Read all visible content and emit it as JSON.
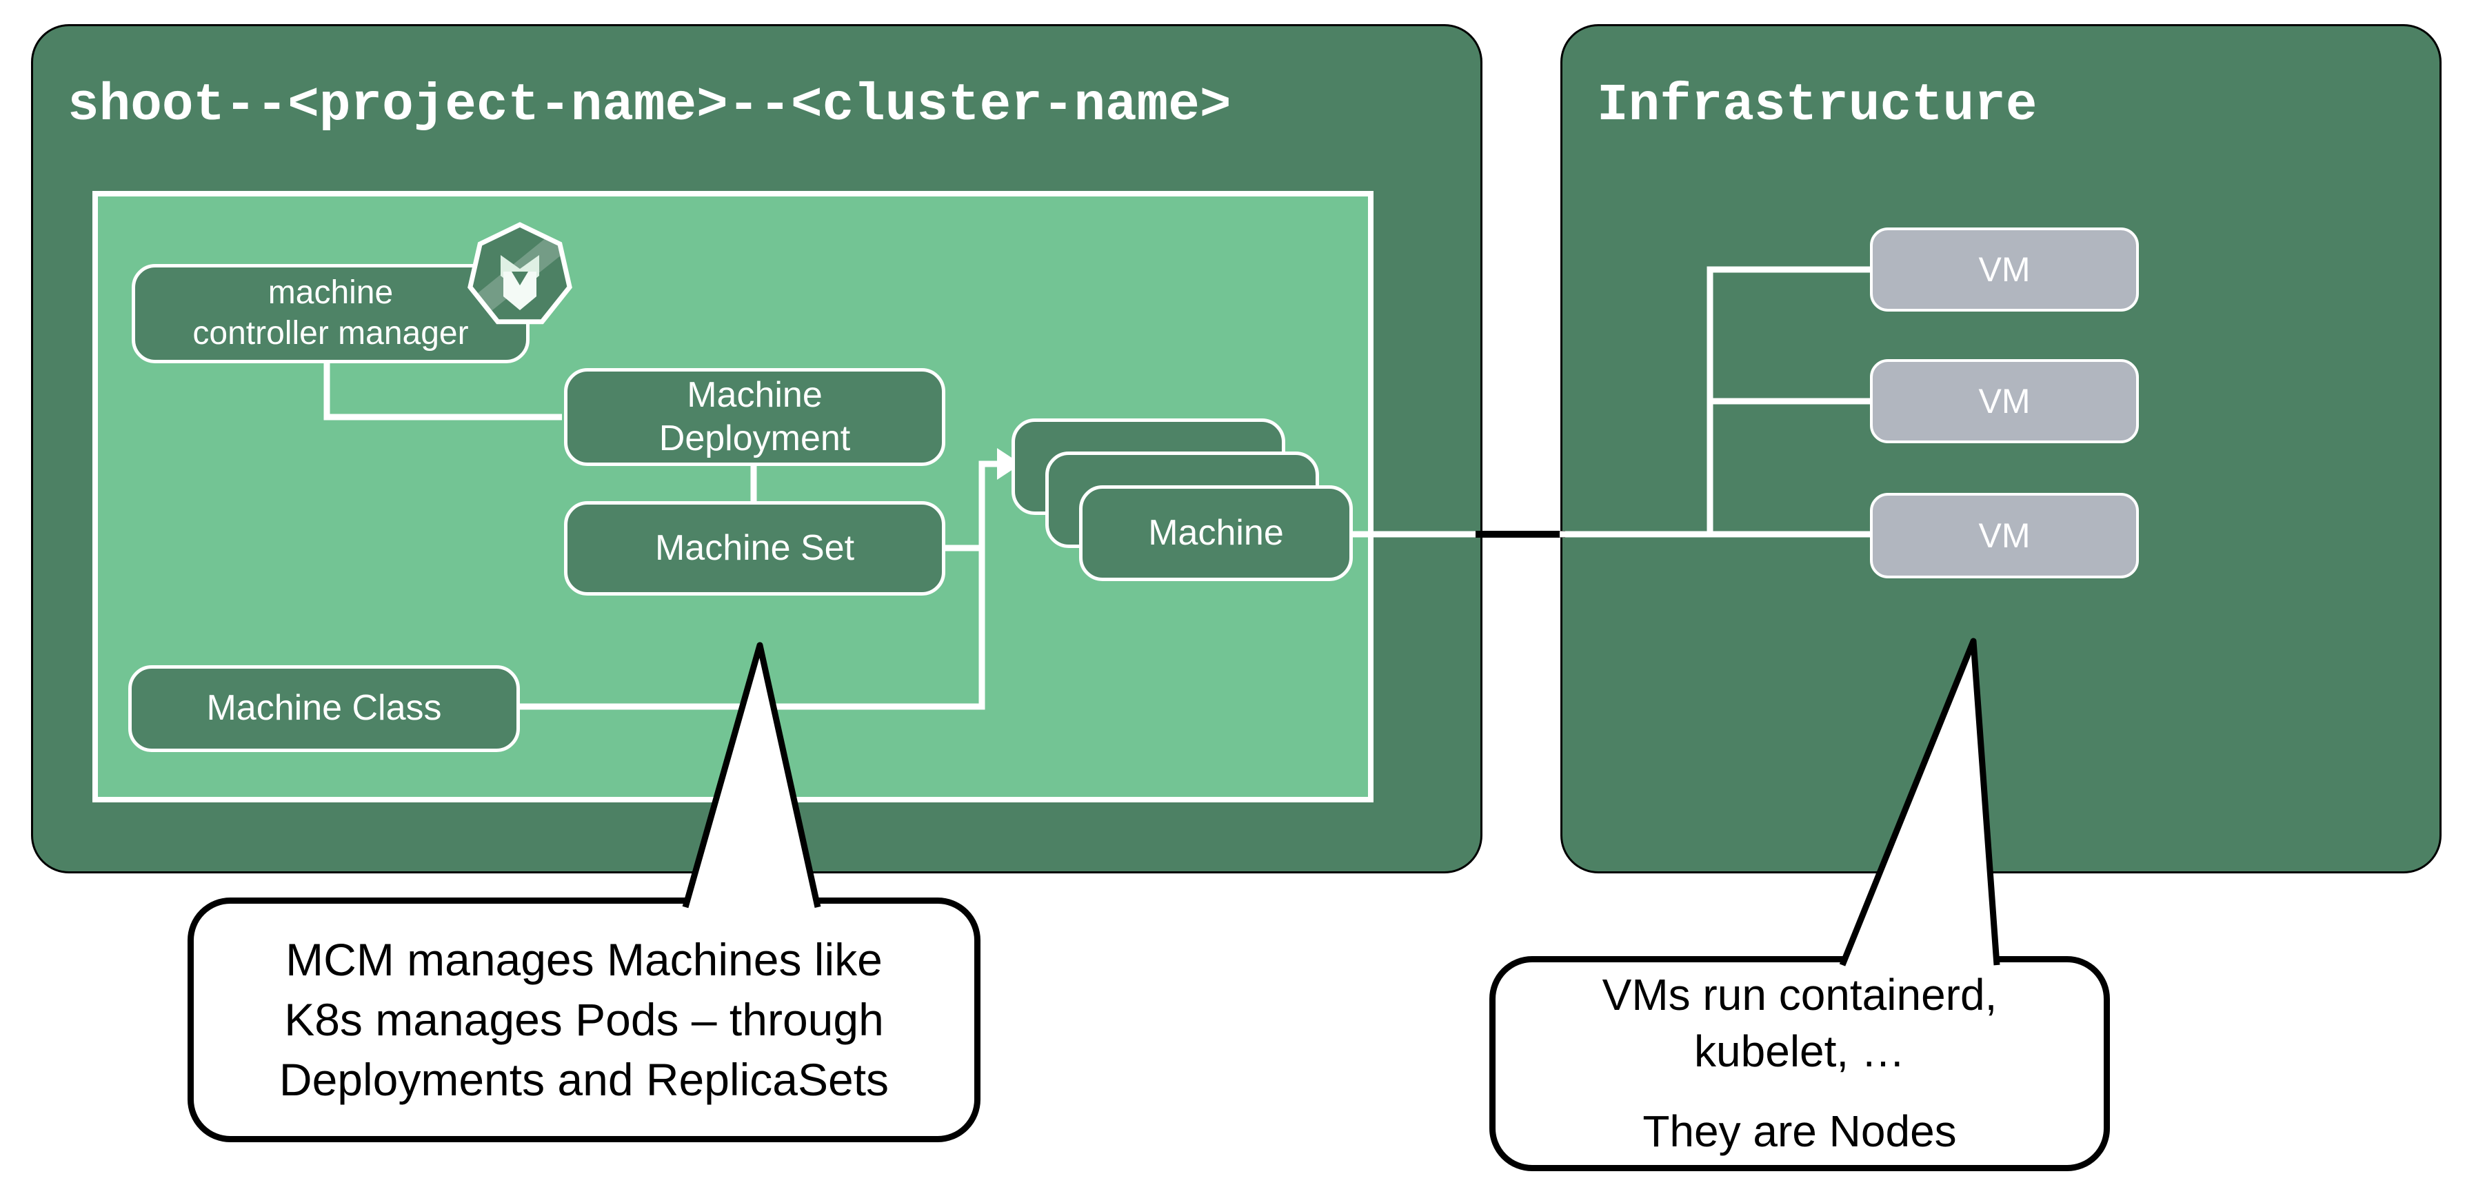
{
  "colors": {
    "panel_green": "#4d8164",
    "inner_green": "#73c494",
    "box_green": "#4e8366",
    "vm_gray": "#b1b6bf",
    "line_white": "#ffffff",
    "outline_black": "#000000",
    "callout_bg": "#ffffff",
    "text_white": "#ffffff",
    "text_black": "#000000"
  },
  "left_panel": {
    "title": "shoot--<project-name>--<cluster-name>",
    "boxes": {
      "machine_controller_manager": "machine\ncontroller manager",
      "machine_deployment": "Machine\nDeployment",
      "machine_set": "Machine Set",
      "machine": "Machine",
      "machine_class": "Machine Class"
    },
    "icon": "gardener-logo"
  },
  "right_panel": {
    "title": "Infrastructure",
    "vms": [
      "VM",
      "VM",
      "VM"
    ]
  },
  "callouts": {
    "mcm_note": "MCM manages Machines like\nK8s manages Pods – through\nDeployments and ReplicaSets",
    "vm_note_line1": "VMs run containerd,\nkubelet, …",
    "vm_note_line2": "They are Nodes"
  }
}
